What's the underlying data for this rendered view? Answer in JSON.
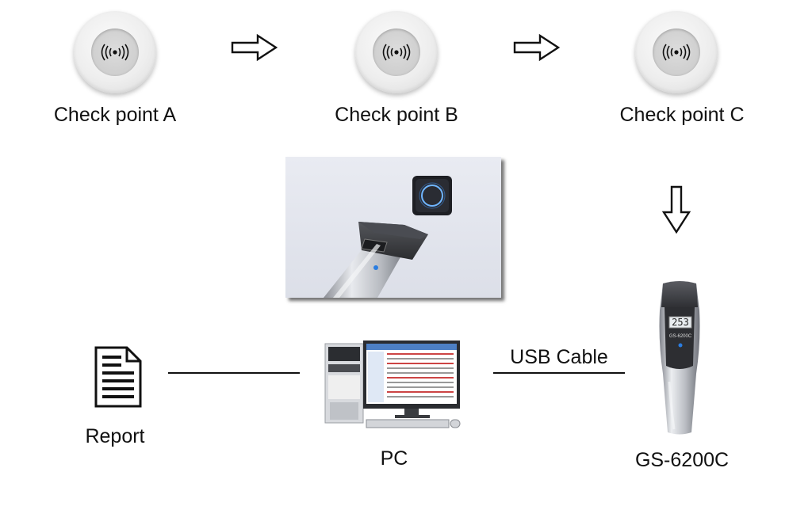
{
  "checkpoints": [
    {
      "label": "Check point A"
    },
    {
      "label": "Check point B"
    },
    {
      "label": "Check point C"
    }
  ],
  "devices": {
    "pc_label": "PC",
    "report_label": "Report",
    "reader_label": "GS-6200C",
    "connection_label": "USB Cable",
    "reader_display": "253",
    "reader_model_print": "GS-6200C"
  },
  "icons": {
    "tag": "rfid-tag-icon",
    "arrow": "hollow-arrow-icon",
    "report": "document-icon",
    "pc": "desktop-computer-icon",
    "reader": "handheld-reader-icon"
  },
  "colors": {
    "tag_body": "#eeeeee",
    "tag_center": "#cfcfcf",
    "reader_silver": "#b9bcc2",
    "reader_head": "#3a3b3f",
    "reader_led": "#2a7de1"
  }
}
